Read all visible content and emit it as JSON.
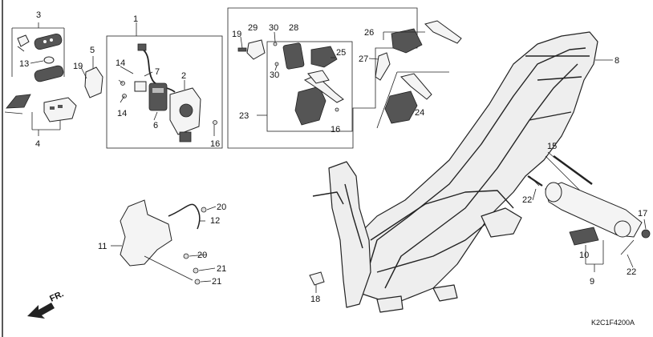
{
  "diagram_code": "K2C1F4200A",
  "direction_marker": {
    "text": "FR.",
    "icon": "front-arrow-icon"
  },
  "callouts": {
    "c1": "1",
    "c2": "2",
    "c3": "3",
    "c4": "4",
    "c5": "5",
    "c6": "6",
    "c7": "7",
    "c8": "8",
    "c9": "9",
    "c10": "10",
    "c11": "11",
    "c12": "12",
    "c13": "13",
    "c14a": "14",
    "c14b": "14",
    "c15": "15",
    "c16a": "16",
    "c16b": "16",
    "c17": "17",
    "c18": "18",
    "c19a": "19",
    "c19b": "19",
    "c20a": "20",
    "c20b": "20",
    "c21a": "21",
    "c21b": "21",
    "c22a": "22",
    "c22b": "22",
    "c23": "23",
    "c24": "24",
    "c25": "25",
    "c26": "26",
    "c27": "27",
    "c28": "28",
    "c29": "29",
    "c30a": "30",
    "c30b": "30"
  }
}
